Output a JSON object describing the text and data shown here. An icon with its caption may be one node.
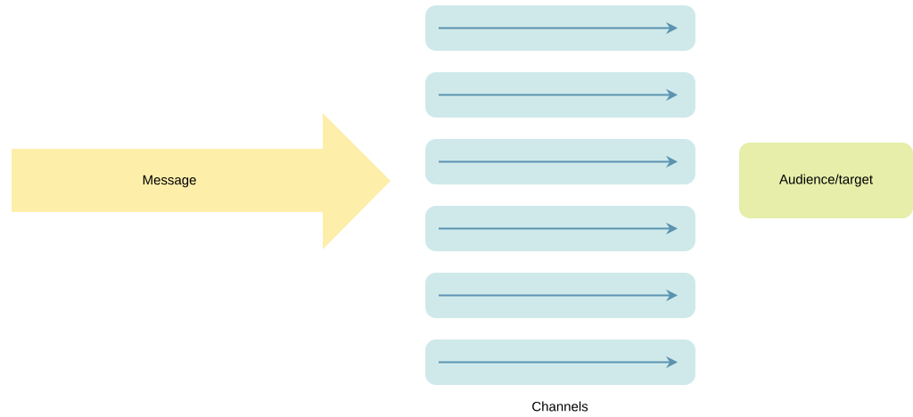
{
  "diagram": {
    "nodes": [
      {
        "text": [
          "Message"
        ]
      },
      {
        "text": [],
        "shape": "box"
      },
      {
        "text": [],
        "shape": "box"
      },
      {
        "text": [],
        "shape": "box"
      },
      {
        "text": [],
        "shape": "box"
      },
      {
        "text": [],
        "shape": "box"
      },
      {
        "text": [],
        "shape": "box"
      },
      {
        "text": [
          "Audience/target"
        ]
      }
    ],
    "labels": [
      "Channels"
    ]
  }
}
